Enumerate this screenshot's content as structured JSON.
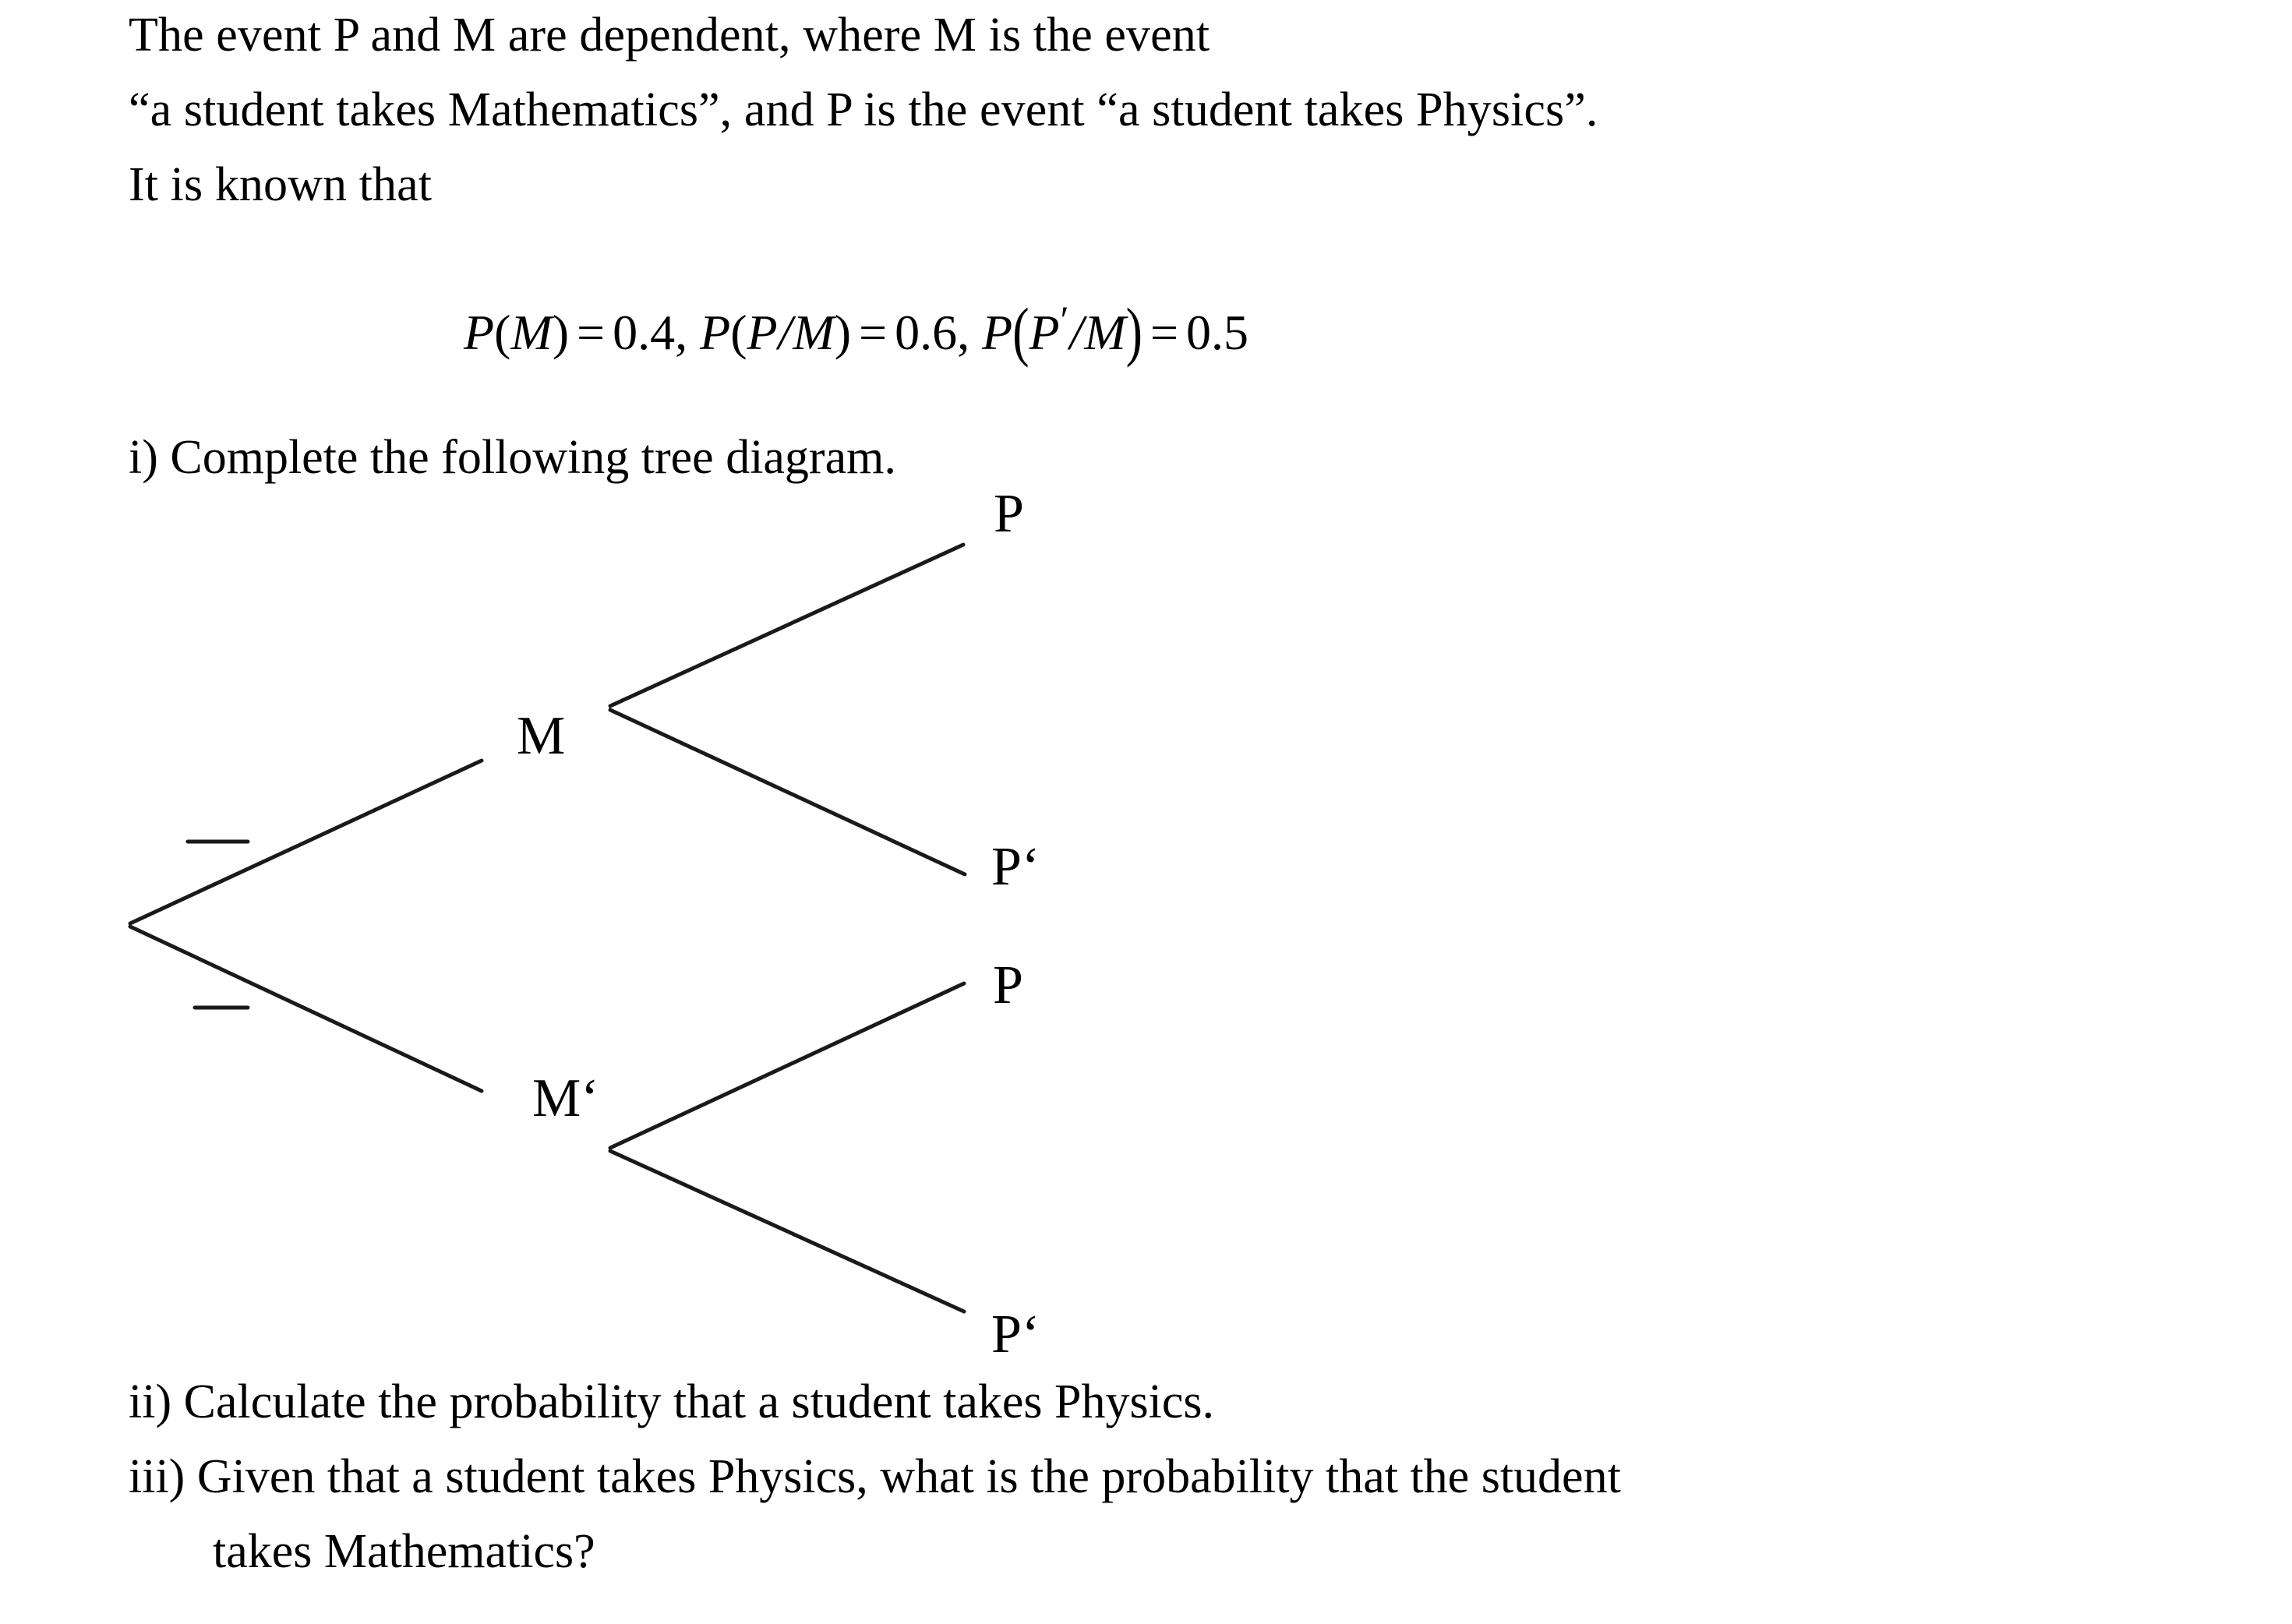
{
  "document": {
    "intro": {
      "line1": "The event P and M are dependent, where M is the event",
      "line2": "“a student takes Mathematics”, and P is the event “a student takes Physics”.",
      "line3": "It is known that"
    },
    "formula": {
      "full_text": "P(M) = 0.4, P(P/M) = 0.6, P(P′/M) = 0.5",
      "terms": [
        {
          "name": "P(M)",
          "value": "0.4"
        },
        {
          "name": "P(P/M)",
          "value": "0.6"
        },
        {
          "name": "P(P′/M)",
          "value": "0.5"
        }
      ],
      "tokens": {
        "t_P": "P",
        "t_open": "(",
        "t_M": "M",
        "t_close": ")",
        "t_equals": "=",
        "t_v1": "0.4",
        "t_comma": ",",
        "t_slash": "/",
        "t_v2": "0.6",
        "t_prime": "′",
        "t_v3": "0.5"
      }
    },
    "parts": {
      "i": "i) Complete the following tree diagram.",
      "ii": "ii) Calculate the probability that a student takes Physics.",
      "iii": "iii) Given that a student takes Physics, what is the probability that the student",
      "iii_cont": "takes Mathematics?"
    }
  },
  "tree": {
    "nodes": {
      "root": "",
      "branch_m": "M",
      "branch_m_prime": "M‘",
      "leaf_p_1": "P",
      "leaf_p_prime_1": "P‘",
      "leaf_p_2": "P",
      "leaf_p_prime_2": "P‘"
    },
    "blanks": [
      {
        "label": "probability-blank-upper"
      },
      {
        "label": "probability-blank-lower"
      }
    ],
    "stroke_color": "#1a1a1a",
    "stroke_width": 5
  }
}
